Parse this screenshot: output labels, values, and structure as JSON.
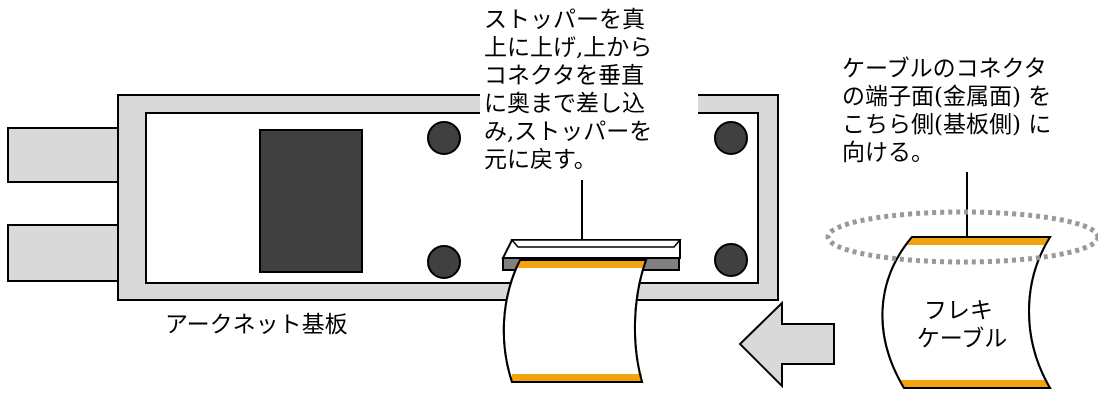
{
  "diagram": {
    "board_label": "アークネット基板",
    "instruction_lines": [
      "ストッパーを真",
      "上に上げ,上から",
      "コネクタを垂直",
      "に奥まで差し込",
      "み,ストッパーを",
      "元に戻す。"
    ],
    "orientation_lines": [
      "ケーブルのコネクタ",
      "の端子面(金属面) を",
      "こちら側(基板側) に",
      "向ける。"
    ],
    "cable_label_lines": [
      "フレキ",
      "ケーブル"
    ]
  },
  "colors": {
    "board_frame": "#d9d9d9",
    "board_inner": "#ffffff",
    "chip": "#404040",
    "holes": "#404040",
    "cable_contacts": "#f2a20c",
    "arrow": "#d9d9d9",
    "dotted_ellipse": "#999999",
    "outline": "#000000"
  }
}
